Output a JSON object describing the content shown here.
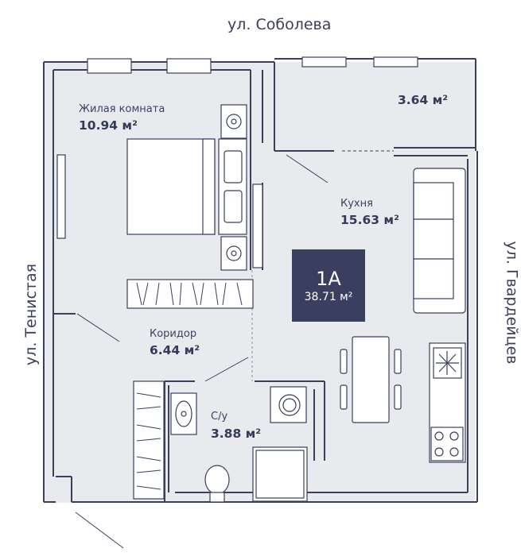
{
  "streets": {
    "top": "ул. Соболева",
    "left": "ул. Тенистая",
    "right": "ул. Гвардейцев"
  },
  "rooms": {
    "living": {
      "name": "Жилая комната",
      "area": "10.94 м²"
    },
    "balcony": {
      "area": "3.64 м²"
    },
    "kitchen": {
      "name": "Кухня",
      "area": "15.63 м²"
    },
    "corridor": {
      "name": "Коридор",
      "area": "6.44 м²"
    },
    "bathroom": {
      "name": "С/у",
      "area": "3.88 м²"
    }
  },
  "apartment": {
    "type": "1А",
    "total_area": "38.71 м²"
  },
  "colors": {
    "floor": "#e9eaee",
    "wall": "#3a3f5c",
    "furniture": "#ffffff",
    "badge": "#3a3f60"
  }
}
